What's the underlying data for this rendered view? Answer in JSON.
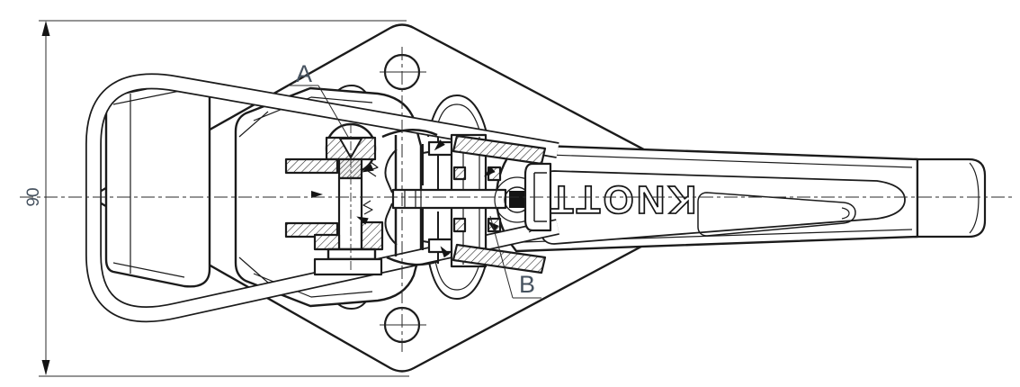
{
  "drawing": {
    "dimension": {
      "value": "90"
    },
    "labels": {
      "detail_a": "A",
      "detail_b": "B"
    },
    "logo": {
      "text": "KNOTT"
    },
    "colors": {
      "line": "#1b1b1b",
      "label": "#475360",
      "background": "#ffffff"
    }
  }
}
